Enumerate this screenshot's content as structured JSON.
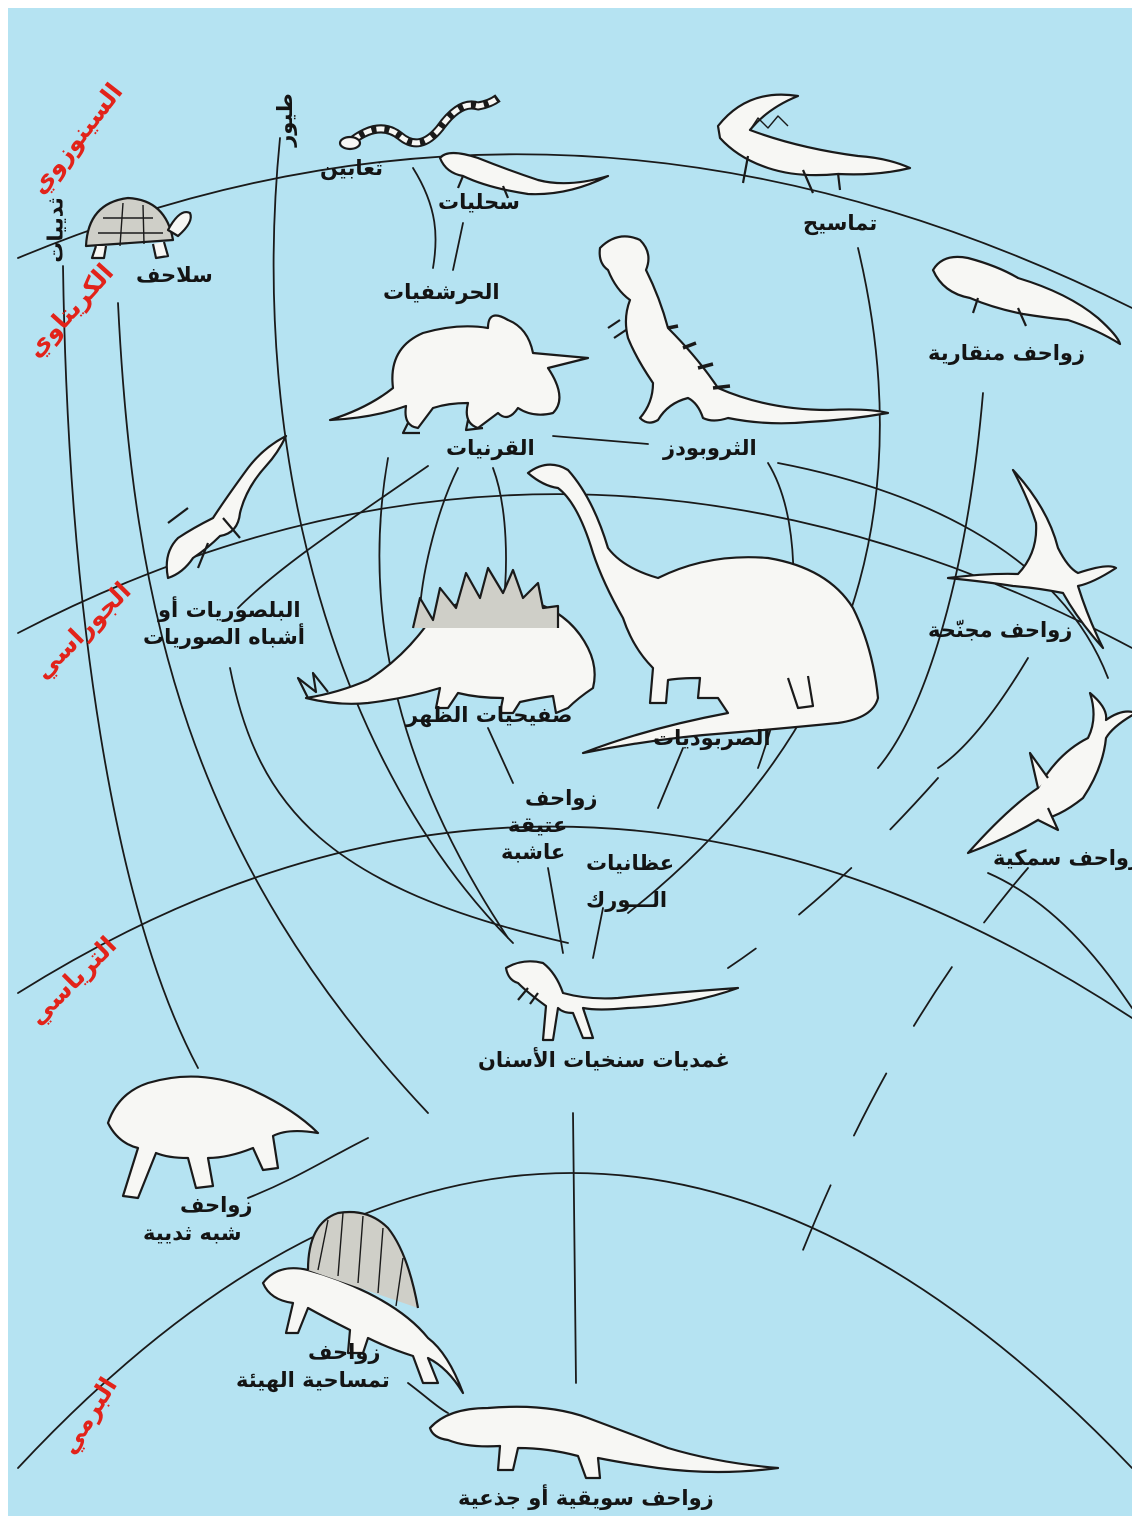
{
  "colors": {
    "background": "#b5e3f2",
    "era_text": "#e2231a",
    "line": "#1a1a1a",
    "animal_fill": "#f7f7f4"
  },
  "eras": {
    "cenozoic": "السينوزوي",
    "cretaceous": "الكريتاوي",
    "jurassic": "الجوراسي",
    "triassic": "الترياسي",
    "permian": "البرمي"
  },
  "labels": {
    "mammals": "ثدييات",
    "birds": "طيور",
    "turtles": "سلاحف",
    "snakes": "ثعابين",
    "lizards": "سحليات",
    "squamates": "الحرشفيات",
    "crocodiles": "تماسيح",
    "rhynchosaurs": "زواحف منقارية",
    "ornithischians": "القرنيات",
    "theropods": "الثروبودز",
    "pterosaurs": "زواحف مجنّحة",
    "plesiosaurs_line1": "البلصوريات أو",
    "plesiosaurs_line2": "أشباه الصوريات",
    "stegosaurs": "صفيحيات الظهر",
    "sauropods": "الصربوديات",
    "ichthyosaurs": "زواحف سمكية",
    "prosauropods_line1": "زواحف",
    "prosauropods_line2": "عتيقة",
    "prosauropods_line3": "عاشبة",
    "hipbones_line1": "عظانيات",
    "hipbones_line2": "الـــورك",
    "thecodonts": "غمديات سنخيات الأسنان",
    "mammal_like_line1": "زواحف",
    "mammal_like_line2": "شبه ثديية",
    "pelycosaurs_line1": "زواحف",
    "pelycosaurs_line2": "تمساحية الهيئة",
    "cotylosaurs": "زواحف سويقية أو جذعية"
  }
}
